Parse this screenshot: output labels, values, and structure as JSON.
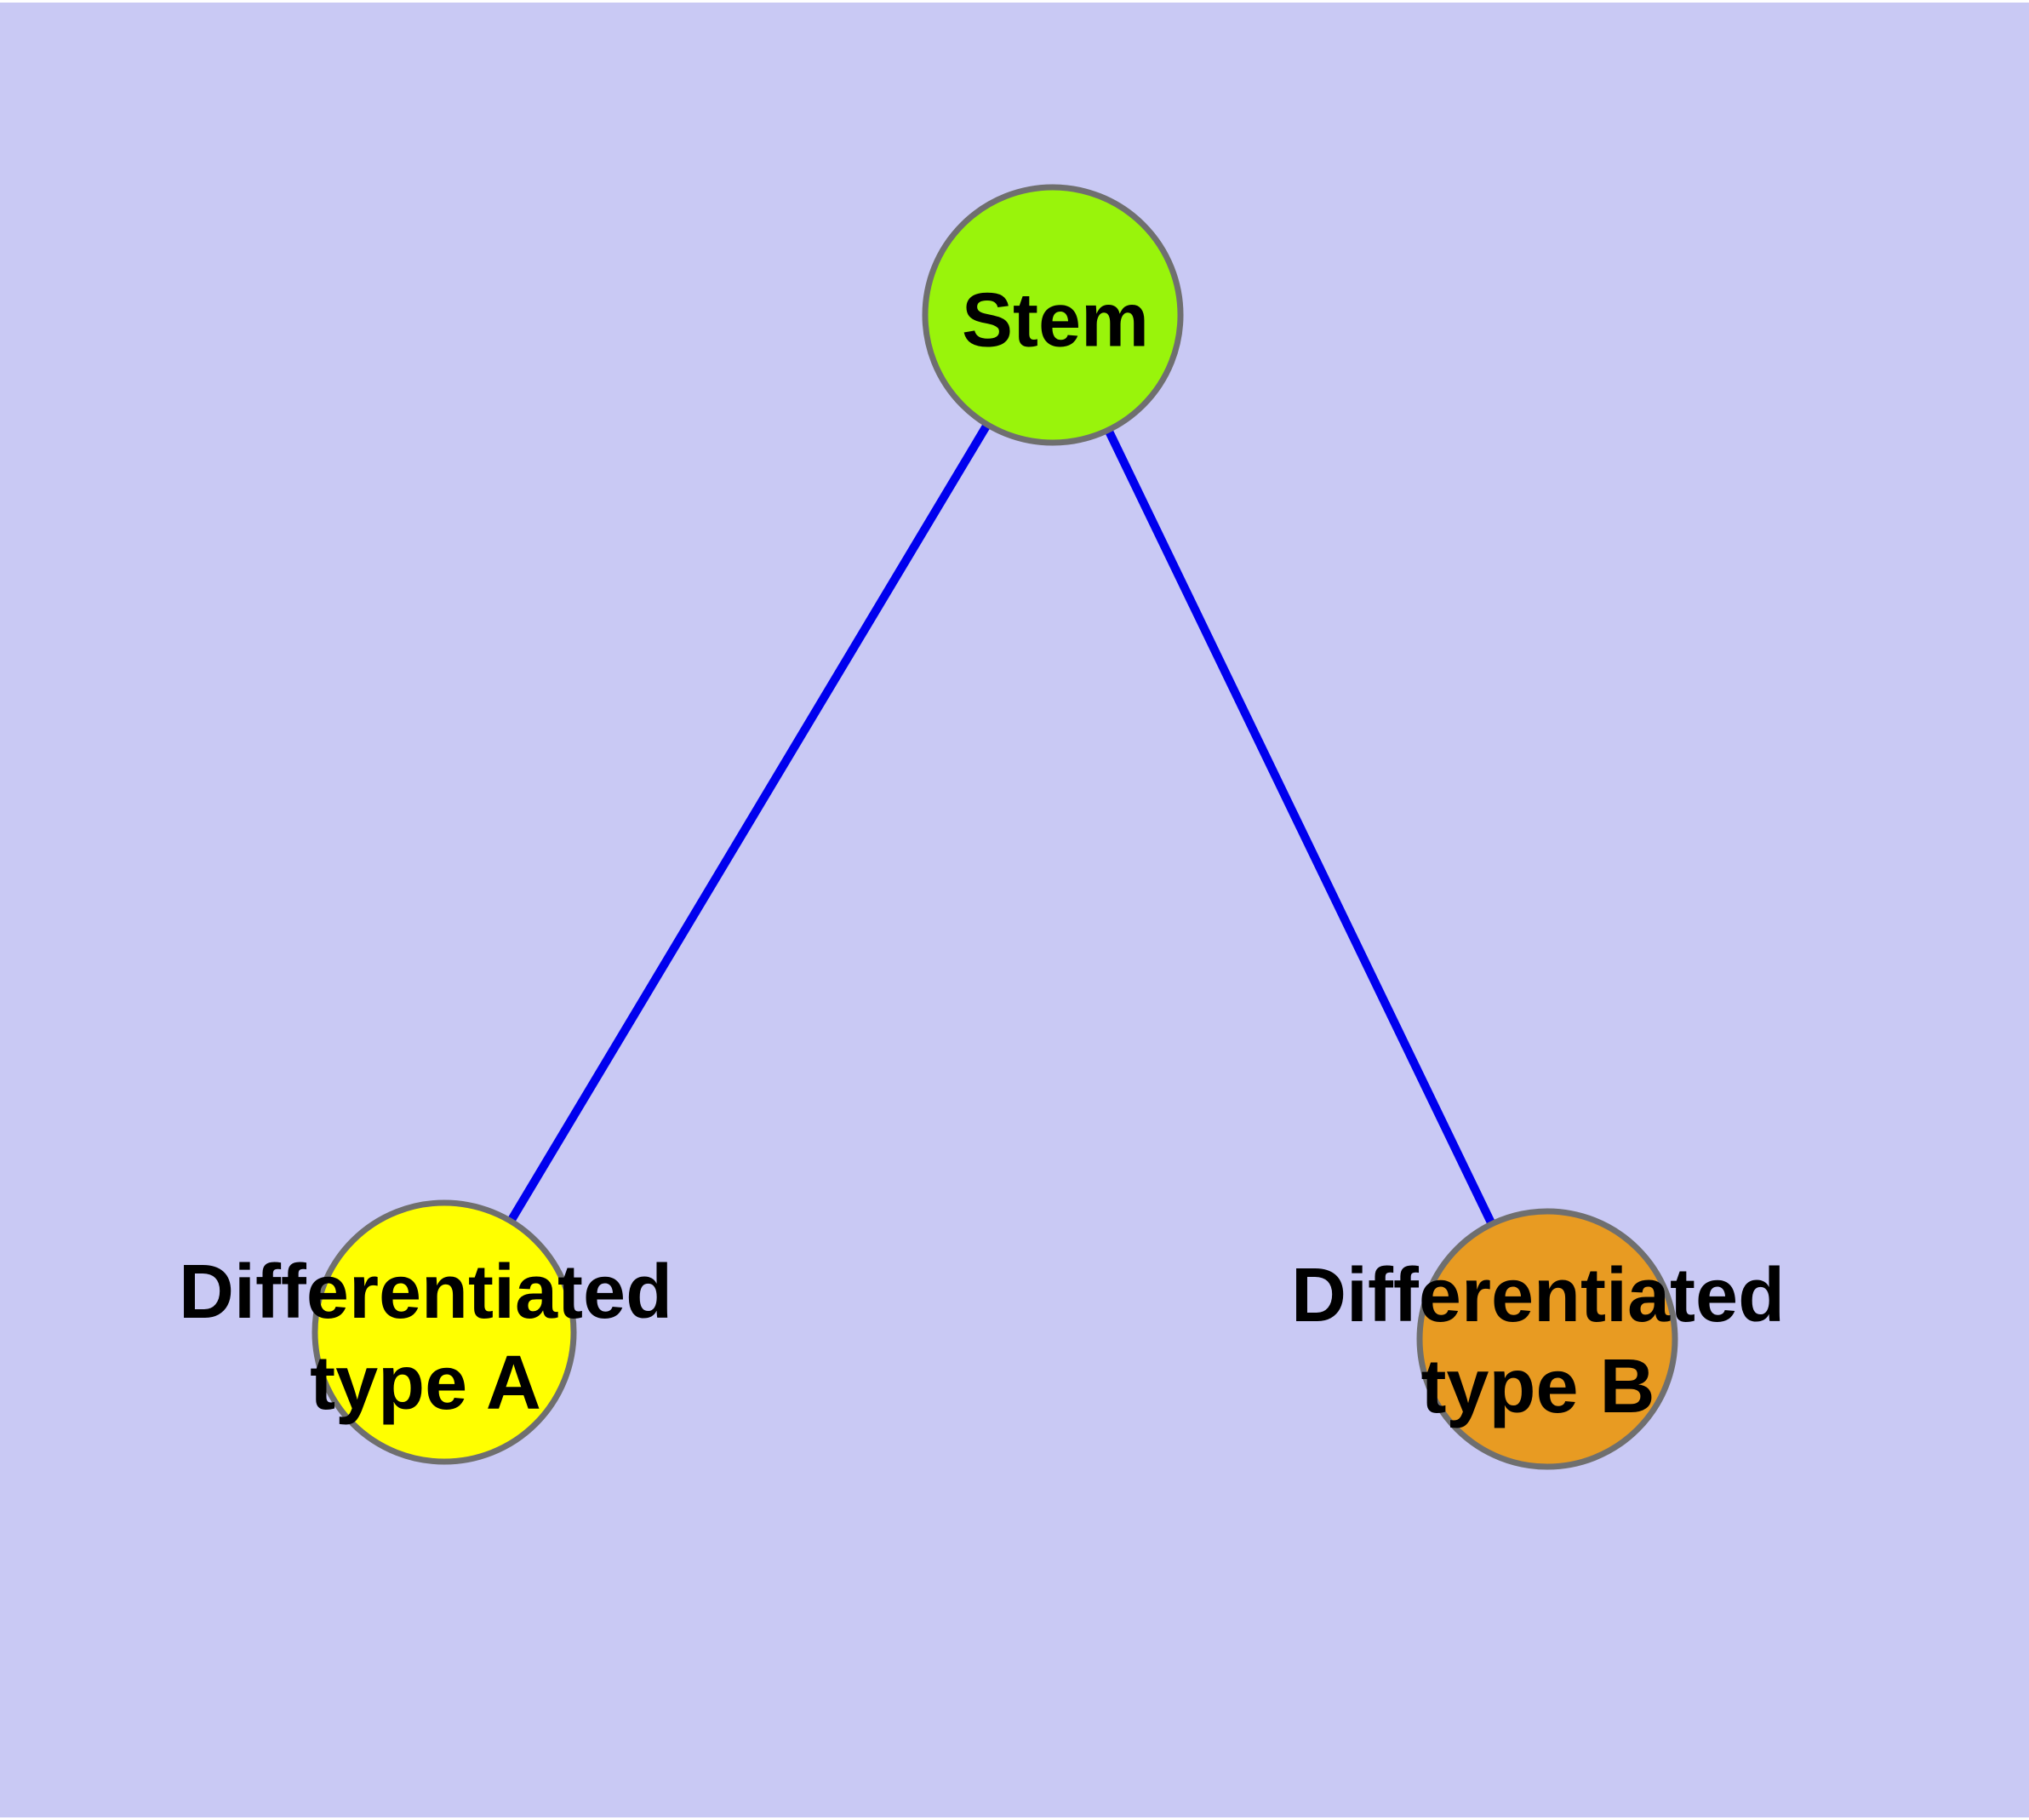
{
  "canvas": {
    "background_color": "#C9C9F4",
    "margin_color": "#FFFFFF"
  },
  "nodes": [
    {
      "id": "stem",
      "label": "Stem",
      "shape": "circle",
      "fill": "#99F40B",
      "frame_color": "#6F6F6F",
      "label_color": "#000000"
    },
    {
      "id": "differentiated-type-a",
      "label": "Differentiated\ntype A",
      "shape": "circle",
      "fill": "#FFFF00",
      "frame_color": "#6F6F6F",
      "label_color": "#000000"
    },
    {
      "id": "differentiated-type-b",
      "label": "Differentiated\ntype B",
      "shape": "circle",
      "fill": "#E89B22",
      "frame_color": "#6F6F6F",
      "label_color": "#000000"
    }
  ],
  "edges": [
    {
      "from": "stem",
      "to": "differentiated-type-a",
      "color": "#0000EE"
    },
    {
      "from": "stem",
      "to": "differentiated-type-b",
      "color": "#0000EE"
    }
  ]
}
